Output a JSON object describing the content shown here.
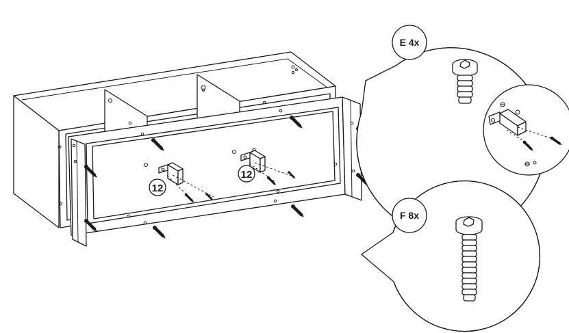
{
  "callouts": {
    "hardware_e": {
      "label": "E 4x",
      "letter": "E",
      "quantity": 4,
      "icon": "short-bolt-icon"
    },
    "hardware_f": {
      "label": "F 8x",
      "letter": "F",
      "quantity": 8,
      "icon": "long-bolt-icon"
    }
  },
  "step_refs": [
    {
      "label": "12",
      "icon": "bracket-icon"
    },
    {
      "label": "12",
      "icon": "bracket-icon"
    }
  ],
  "colors": {
    "line": "#1a1a1a",
    "background": "#ffffff"
  }
}
